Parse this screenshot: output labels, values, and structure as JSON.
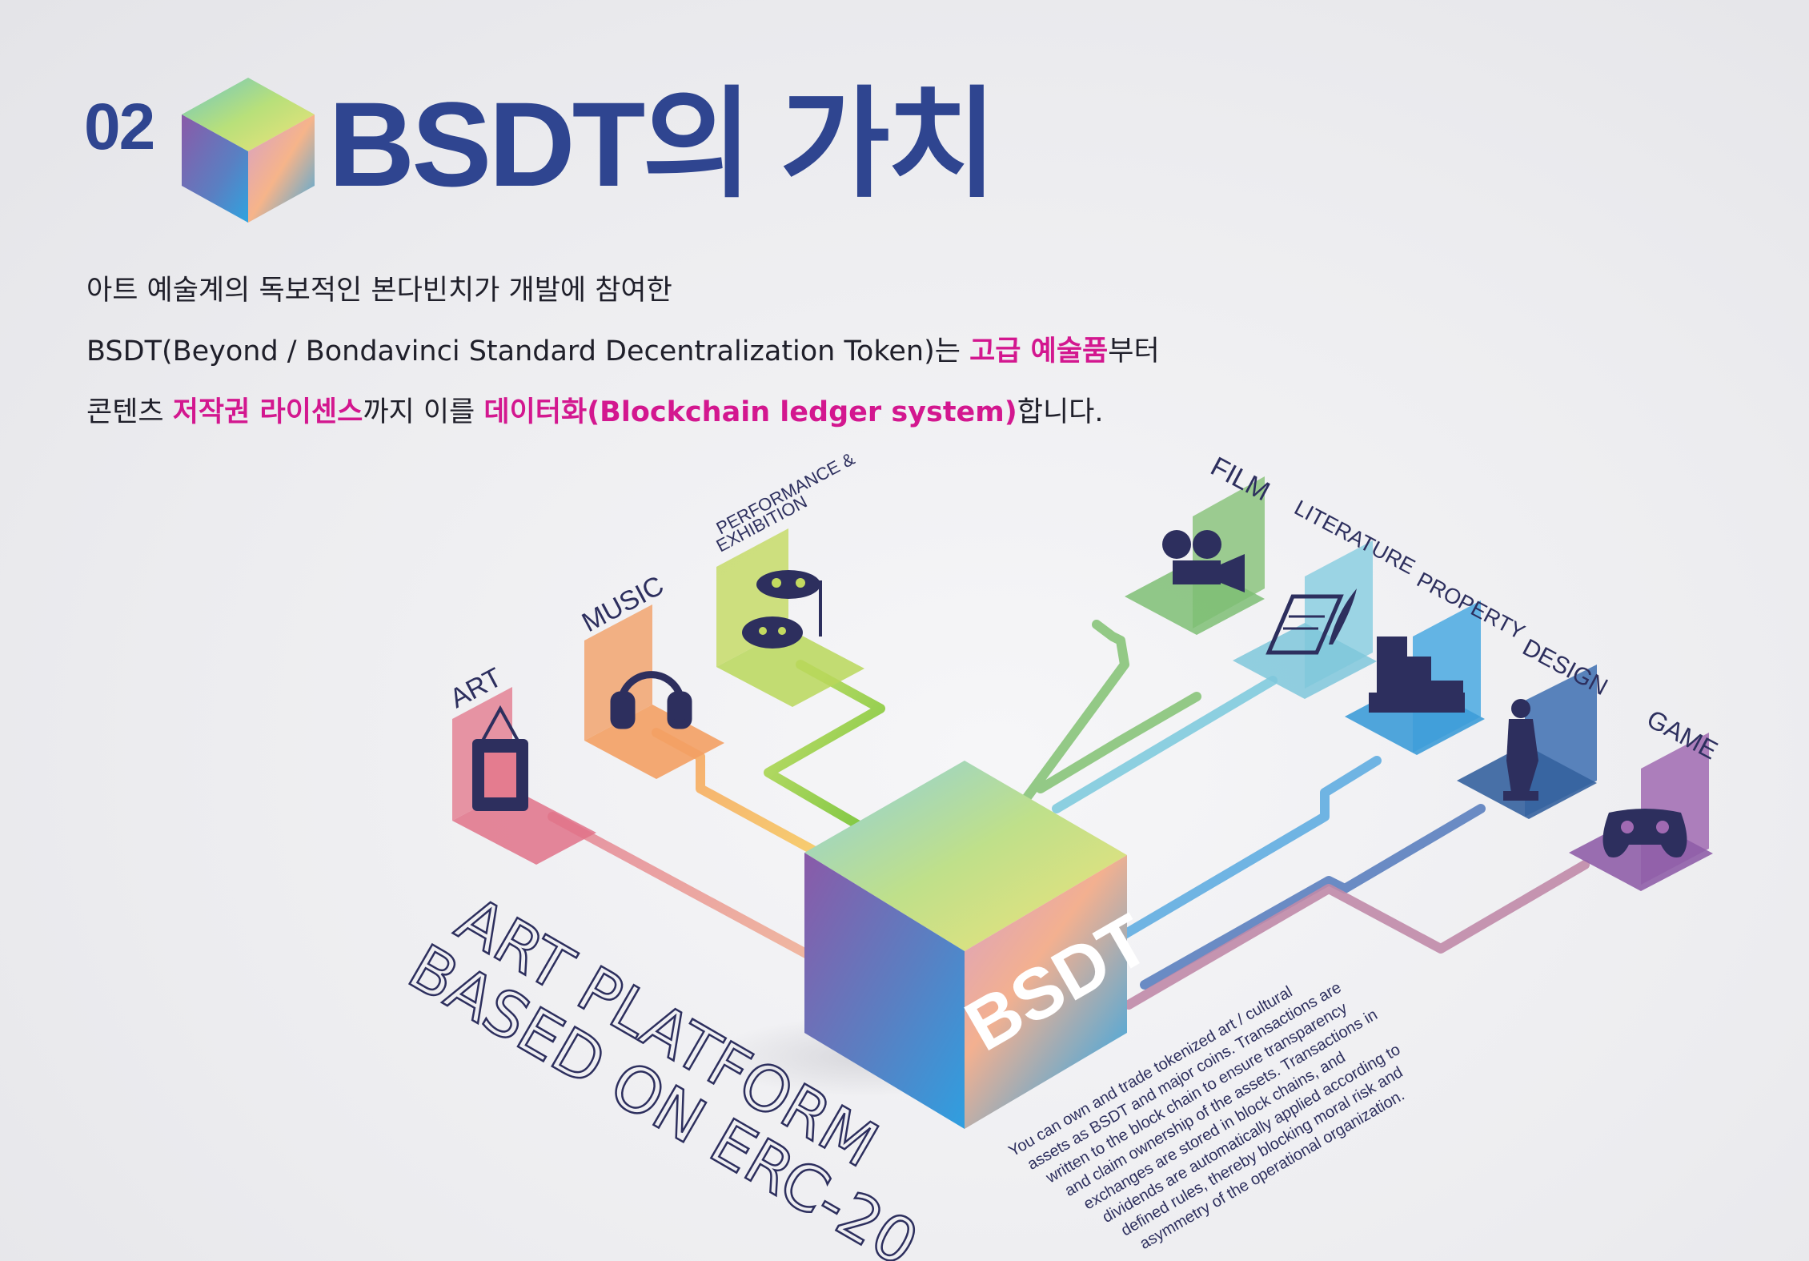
{
  "header": {
    "section_number": "02",
    "title": "BSDT의 가치"
  },
  "intro": {
    "line1": "아트 예술계의 독보적인 본다빈치가 개발에 참여한",
    "line2_a": "BSDT(Beyond / Bondavinci Standard Decentralization Token)는 ",
    "line2_hl": "고급 예술품",
    "line2_b": "부터",
    "line3_a": "콘텐츠 ",
    "line3_hl1": "저작권 라이센스",
    "line3_b": "까지 이를 ",
    "line3_hl2": "데이터화(Blockchain ledger system)",
    "line3_c": "합니다."
  },
  "categories": {
    "art": "ART",
    "music": "MUSIC",
    "performance_1": "PERFORMANCE &",
    "performance_2": "EXHIBITION",
    "film": "FILM",
    "literature": "LITERATURE",
    "property": "PROPERTY",
    "design": "DESIGN",
    "game": "GAME"
  },
  "cube_label": "BSDT",
  "platform": {
    "line1": "ART PLATFORM",
    "line2": "BASED ON ERC-20"
  },
  "description": [
    "You can own and trade tokenized art / cultural",
    "assets as BSDT and major coins. Transactions are",
    "written to the block chain to ensure transparency",
    "and claim ownership of the assets. Transactions in",
    "exchanges are stored in block chains, and",
    "dividends are automatically applied according to",
    "defined rules, thereby blocking moral risk and",
    "asymmetry of the operational organization."
  ],
  "icons": {
    "art": "picture-frame-icon",
    "music": "headphones-icon",
    "performance": "theater-masks-icon",
    "film": "film-camera-icon",
    "literature": "scroll-quill-icon",
    "property": "buildings-icon",
    "design": "statue-icon",
    "game": "gamepad-icon"
  },
  "colors": {
    "title": "#2f4590",
    "highlight": "#d3178f",
    "art": "#e27a8e",
    "music": "#f3a46a",
    "performance": "#b9d75a",
    "film": "#8cc47e",
    "literature": "#7fc7da",
    "property": "#4aa9e0",
    "design": "#3d6fb1",
    "game": "#a06ab2"
  }
}
